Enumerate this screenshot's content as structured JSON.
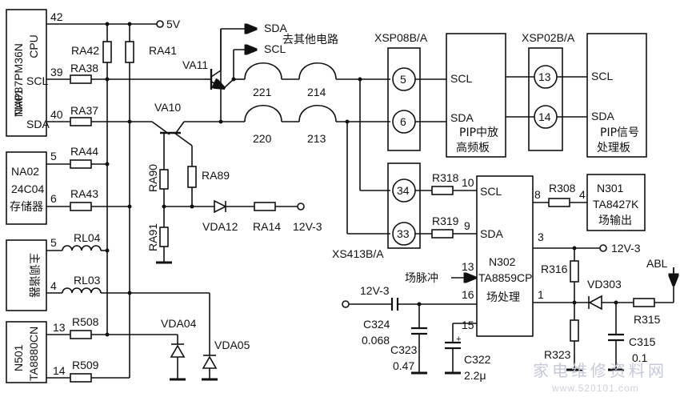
{
  "chips": {
    "na01": {
      "ref": "NA01",
      "part": "TMP87PM36N",
      "func": "CPU",
      "pins": [
        "42",
        "39",
        "40"
      ],
      "pin_names": [
        "SCL",
        "SDA"
      ]
    },
    "na02": {
      "ref": "NA02",
      "part": "24C04",
      "func": "存储器",
      "pins": [
        "5",
        "6"
      ]
    },
    "tuner": {
      "label": "主调谐器",
      "pins": [
        "5",
        "4"
      ]
    },
    "n501": {
      "ref": "N501",
      "part": "TA8880CN",
      "pins": [
        "13",
        "14"
      ]
    },
    "n302": {
      "ref": "N302",
      "part": "TA8859CP",
      "func": "场处理",
      "pins": [
        "10",
        "9",
        "13",
        "16",
        "15",
        "3",
        "1",
        "8"
      ],
      "pin_names": [
        "SCL",
        "SDA"
      ]
    },
    "n301": {
      "ref": "N301",
      "part": "TA8427K",
      "func": "场输出",
      "pin": "4"
    },
    "pip_hf": {
      "pin_names": [
        "SCL",
        "SDA"
      ],
      "line1": "PIP中放",
      "line2": "高频板"
    },
    "pip_sig": {
      "pin_names": [
        "SCL",
        "SDA"
      ],
      "line1": "PIP信号",
      "line2": "处理板"
    }
  },
  "connectors": {
    "xsp08": {
      "label": "XSP08B/A",
      "pins": [
        "5",
        "6"
      ]
    },
    "xsp02": {
      "label": "XSP02B/A",
      "pins": [
        "13",
        "14"
      ]
    },
    "xs413": {
      "label": "XS413B/A",
      "pins": [
        "34",
        "33"
      ]
    }
  },
  "components": {
    "resistors": [
      "RA42",
      "RA41",
      "RA38",
      "RA37",
      "RA44",
      "RA43",
      "R508",
      "R509",
      "RA90",
      "RA89",
      "RA91",
      "RA14",
      "R318",
      "R319",
      "R308",
      "R316",
      "R323",
      "R315"
    ],
    "inductors": [
      "RL04",
      "RL03"
    ],
    "transistors": [
      "VA11",
      "VA10"
    ],
    "diodes": [
      "VDA04",
      "VDA05",
      "VDA12",
      "VD303"
    ],
    "filters": [
      "221",
      "214",
      "220",
      "213"
    ],
    "capacitors": {
      "c324": {
        "ref": "C324",
        "value": "0.068"
      },
      "c323": {
        "ref": "C323",
        "value": "0.47"
      },
      "c322": {
        "ref": "C322",
        "value": "2.2μ"
      },
      "c315": {
        "ref": "C315",
        "value": "0.1"
      }
    }
  },
  "nets": {
    "v5": "5V",
    "v12_a": "12V-3",
    "v12_b": "12V-3",
    "v12_c": "12V-3",
    "sda_out": "SDA",
    "scl_out": "SCL",
    "other": "去其他电路",
    "pulse": "场脉冲",
    "abl": "ABL"
  },
  "watermark": {
    "text": "家电维修资料网",
    "url": "www.520101.com"
  }
}
